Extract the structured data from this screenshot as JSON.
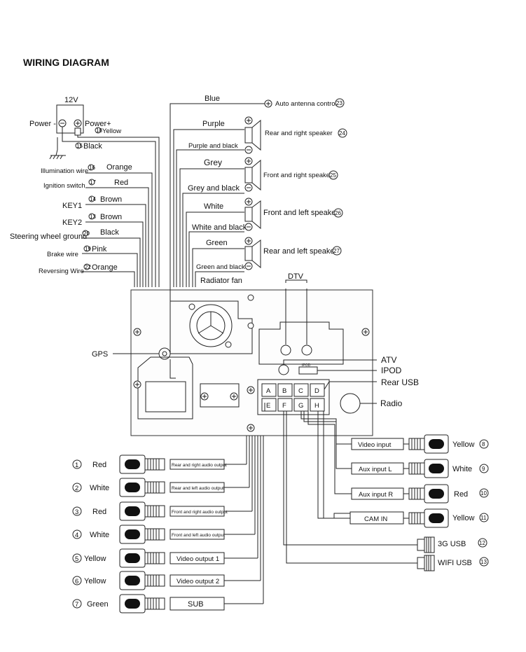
{
  "title": "WIRING DIAGRAM",
  "power": {
    "supply": "12V",
    "minus": "Power -",
    "plus": "Power+",
    "yellow_num": "18",
    "yellow": "Yellow",
    "black_num": "15",
    "black": "Black"
  },
  "left_wires": [
    {
      "name": "Illumination wire",
      "num": "16",
      "color": "Orange"
    },
    {
      "name": "Ignition switch",
      "num": "17",
      "color": "Red"
    },
    {
      "name": "KEY1",
      "num": "14",
      "color": "Brown"
    },
    {
      "name": "KEY2",
      "num": "13",
      "color": "Brown"
    },
    {
      "name": "Steering wheel ground",
      "num": "20",
      "color": "Black"
    },
    {
      "name": "Brake wire",
      "num": "19",
      "color": "Pink"
    },
    {
      "name": "Reversing Wire",
      "num": "22",
      "color": "Orange"
    }
  ],
  "top_wires": [
    {
      "color": "Blue",
      "target": "Auto antenna control",
      "num": "23"
    }
  ],
  "speakers": [
    {
      "pos": "Purple",
      "neg": "Purple and black",
      "target": "Rear and right speaker",
      "num": "24"
    },
    {
      "pos": "Grey",
      "neg": "Grey and black",
      "target": "Front and right speaker",
      "num": "25"
    },
    {
      "pos": "White",
      "neg": "White and black",
      "target": "Front and left speaker",
      "num": "26"
    },
    {
      "pos": "Green",
      "neg": "Green and black",
      "target": "Rear and left speaker",
      "num": "27"
    }
  ],
  "unit": {
    "radiator_fan": "Radiator fan",
    "dtv": "DTV",
    "gps": "GPS",
    "atv": "ATV",
    "ipod": "IPOD",
    "rear_usb": "Rear USB",
    "radio": "Radio",
    "ipod_tag": "IPOD",
    "connector_letters": [
      "A",
      "B",
      "C",
      "D",
      "E",
      "F",
      "G",
      "H"
    ]
  },
  "outputs": [
    {
      "num": "1",
      "color": "Red",
      "label": "Rear and right audio output"
    },
    {
      "num": "2",
      "color": "White",
      "label": "Rear and left audio output"
    },
    {
      "num": "3",
      "color": "Red",
      "label": "Front and right audio output"
    },
    {
      "num": "4",
      "color": "White",
      "label": "Front and left audio output"
    },
    {
      "num": "5",
      "color": "Yellow",
      "label": "Video output 1"
    },
    {
      "num": "6",
      "color": "Yellow",
      "label": "Video output 2"
    },
    {
      "num": "7",
      "color": "Green",
      "label": "SUB"
    }
  ],
  "inputs": [
    {
      "label": "Video input",
      "color": "Yellow",
      "num": "8"
    },
    {
      "label": "Aux input L",
      "color": "White",
      "num": "9"
    },
    {
      "label": "Aux input R",
      "color": "Red",
      "num": "10"
    },
    {
      "label": "CAM IN",
      "color": "Yellow",
      "num": "11"
    }
  ],
  "usb": [
    {
      "label": "3G USB",
      "num": "12"
    },
    {
      "label": "WIFI USB",
      "num": "13"
    }
  ]
}
